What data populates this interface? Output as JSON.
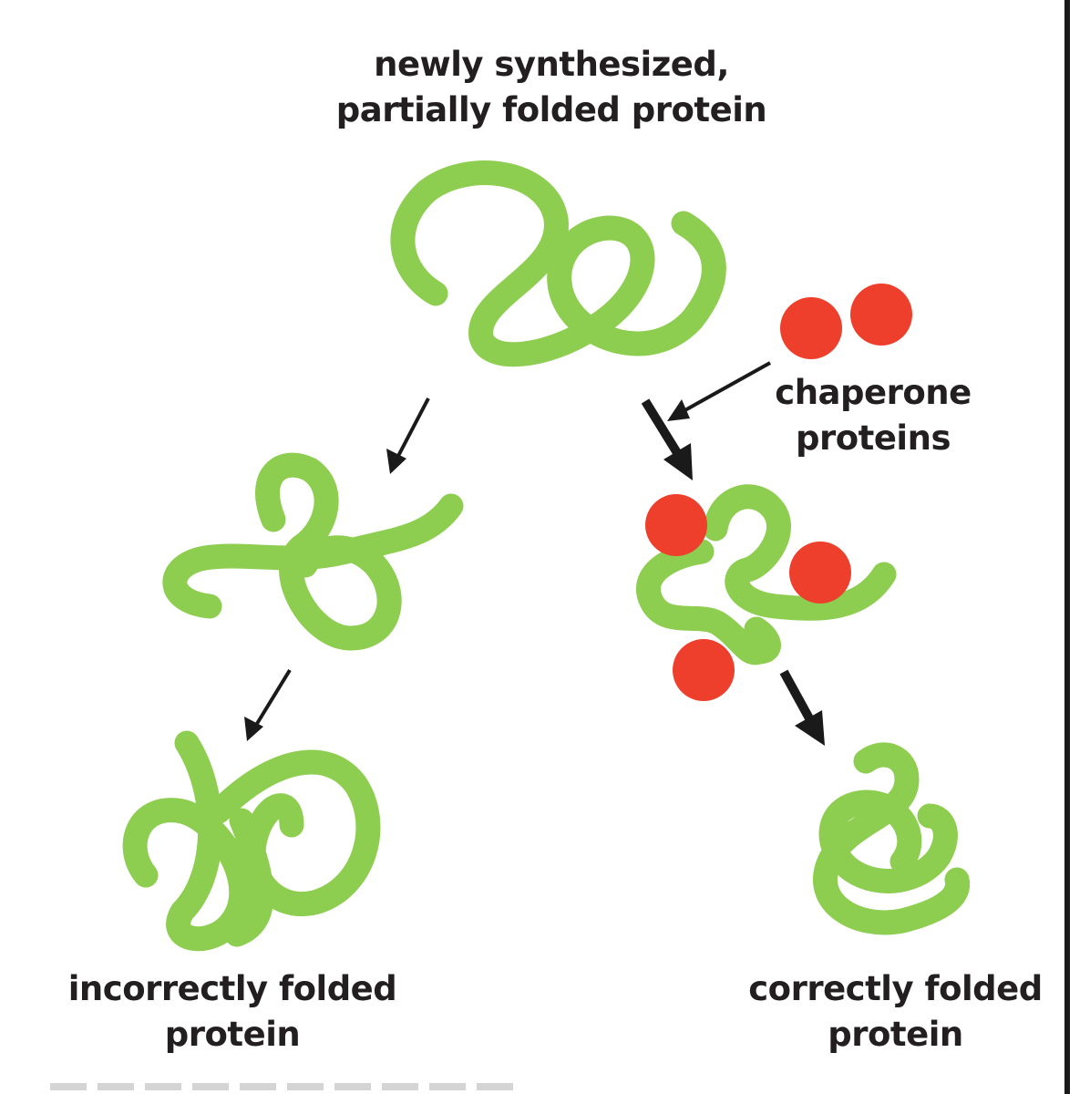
{
  "labels": {
    "top_line1": "newly synthesized,",
    "top_line2": "partially folded protein",
    "chaperone_line1": "chaperone",
    "chaperone_line2": "proteins",
    "incorrect_line1": "incorrectly folded",
    "incorrect_line2": "protein",
    "correct_line1": "correctly folded",
    "correct_line2": "protein"
  },
  "colors": {
    "protein_green": "#8dcd4f",
    "chaperone_red": "#ee3f2d",
    "arrow": "#1a1a1a",
    "text": "#231f20"
  }
}
